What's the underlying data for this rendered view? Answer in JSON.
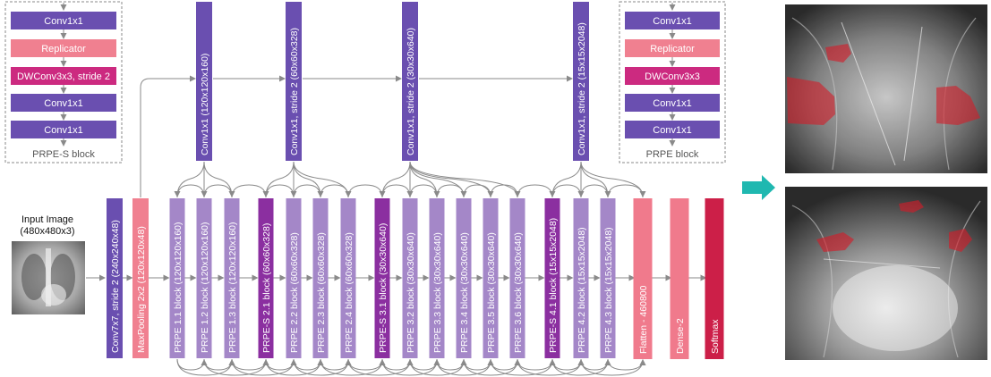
{
  "colors": {
    "conv1x1": "#6a4fb0",
    "replicator": "#f08090",
    "dwconv": "#cc2a80",
    "prpe": "#a487c8",
    "prpe_s": "#8b2fa0",
    "flatten": "#f07a8c",
    "softmax": "#cc1f48",
    "accent_arrow": "#1fb8b0"
  },
  "input": {
    "title": "Input Image",
    "size": "(480x480x3)"
  },
  "prpe_s_block": {
    "caption": "PRPE-S block",
    "layers": [
      "Conv1x1",
      "Replicator",
      "DWConv3x3, stride 2",
      "Conv1x1",
      "Conv1x1"
    ]
  },
  "prpe_block": {
    "caption": "PRPE block",
    "layers": [
      "Conv1x1",
      "Replicator",
      "DWConv3x3",
      "Conv1x1",
      "Conv1x1"
    ]
  },
  "shortcuts": [
    "Conv1x1  (120x120x160)",
    "Conv1x1, stride 2 (60x60x328)",
    "Conv1x1, stride 2  (30x30x640)",
    "Conv1x1, stride 2 (15x15x2048)"
  ],
  "pipeline": [
    {
      "label": "Conv7x7, stride 2 (240x240x48)",
      "kind": "conv"
    },
    {
      "label": "MaxPooling 2x2 (120x120x48)",
      "kind": "pool"
    },
    {
      "label": "PRPE 1.1 block  (120x120x160)",
      "kind": "prpe"
    },
    {
      "label": "PRPE 1.2 block  (120x120x160)",
      "kind": "prpe"
    },
    {
      "label": "PRPE 1.3 block  (120x120x160)",
      "kind": "prpe"
    },
    {
      "label": "PRPE-S 2.1 block (60x60x328)",
      "kind": "prpe_s"
    },
    {
      "label": "PRPE 2.2 block  (60x60x328)",
      "kind": "prpe"
    },
    {
      "label": "PRPE 2.3 block  (60x60x328)",
      "kind": "prpe"
    },
    {
      "label": "PRPE 2.4 block  (60x60x328)",
      "kind": "prpe"
    },
    {
      "label": "PRPE-S 3.1 block  (30x30x640)",
      "kind": "prpe_s"
    },
    {
      "label": "PRPE 3.2 block  (30x30x640)",
      "kind": "prpe"
    },
    {
      "label": "PRPE 3.3 block  (30x30x640)",
      "kind": "prpe"
    },
    {
      "label": "PRPE 3.4 block  (30x30x640)",
      "kind": "prpe"
    },
    {
      "label": "PRPE 3.5 block  (30x30x640)",
      "kind": "prpe"
    },
    {
      "label": "PRPE 3.6 block  (30x30x640)",
      "kind": "prpe"
    },
    {
      "label": "PRPE-S 4.1 block (15x15x2048)",
      "kind": "prpe_s"
    },
    {
      "label": "PRPE 4.2 block  (15x15x2048)",
      "kind": "prpe"
    },
    {
      "label": "PRPE 4.3 block  (15x15x2048)",
      "kind": "prpe"
    },
    {
      "label": "Flatten - 460800",
      "kind": "flatten"
    },
    {
      "label": "Dense-2",
      "kind": "flatten"
    },
    {
      "label": "Softmax",
      "kind": "softmax"
    }
  ]
}
